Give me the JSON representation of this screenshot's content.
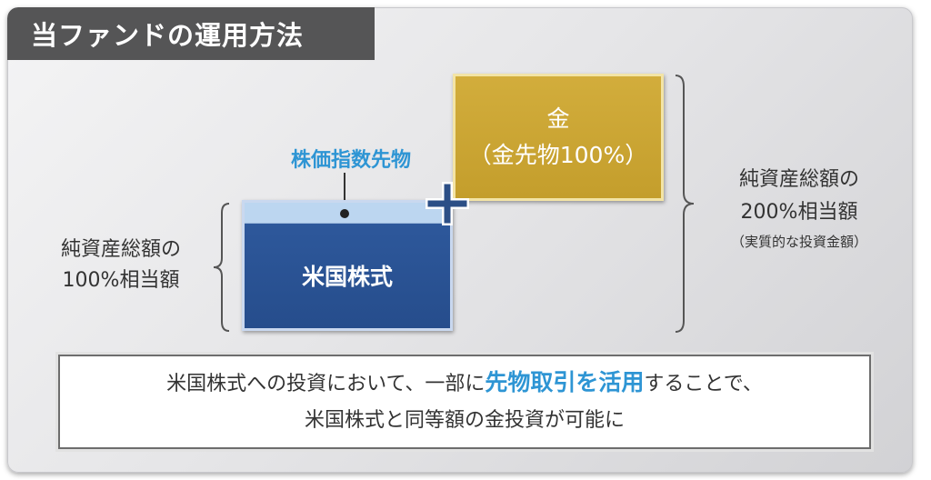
{
  "title": "当ファンドの運用方法",
  "gold": {
    "line1": "金",
    "line2": "（金先物100%）"
  },
  "futures_label": "株価指数先物",
  "us_stock_label": "米国株式",
  "left_note": {
    "line1": "純資産総額の",
    "line2": "100%相当額"
  },
  "right_note": {
    "line1": "純資産総額の",
    "line2": "200%相当額",
    "line3": "（実質的な投資金額）"
  },
  "summary": {
    "line1_pre": "米国株式への投資において、一部に",
    "line1_highlight": "先物取引を活用",
    "line1_post": "することで、",
    "line2": "米国株式と同等額の金投資が可能に"
  },
  "colors": {
    "title_bg": "#555556",
    "gold": "#c9a233",
    "blue": "#2a5395",
    "futures_strip": "#bcd6f0",
    "highlight": "#2e95d4"
  },
  "icons": {
    "plus": "plus-icon",
    "left_brace": "left-brace-icon",
    "right_brace": "right-brace-icon"
  }
}
